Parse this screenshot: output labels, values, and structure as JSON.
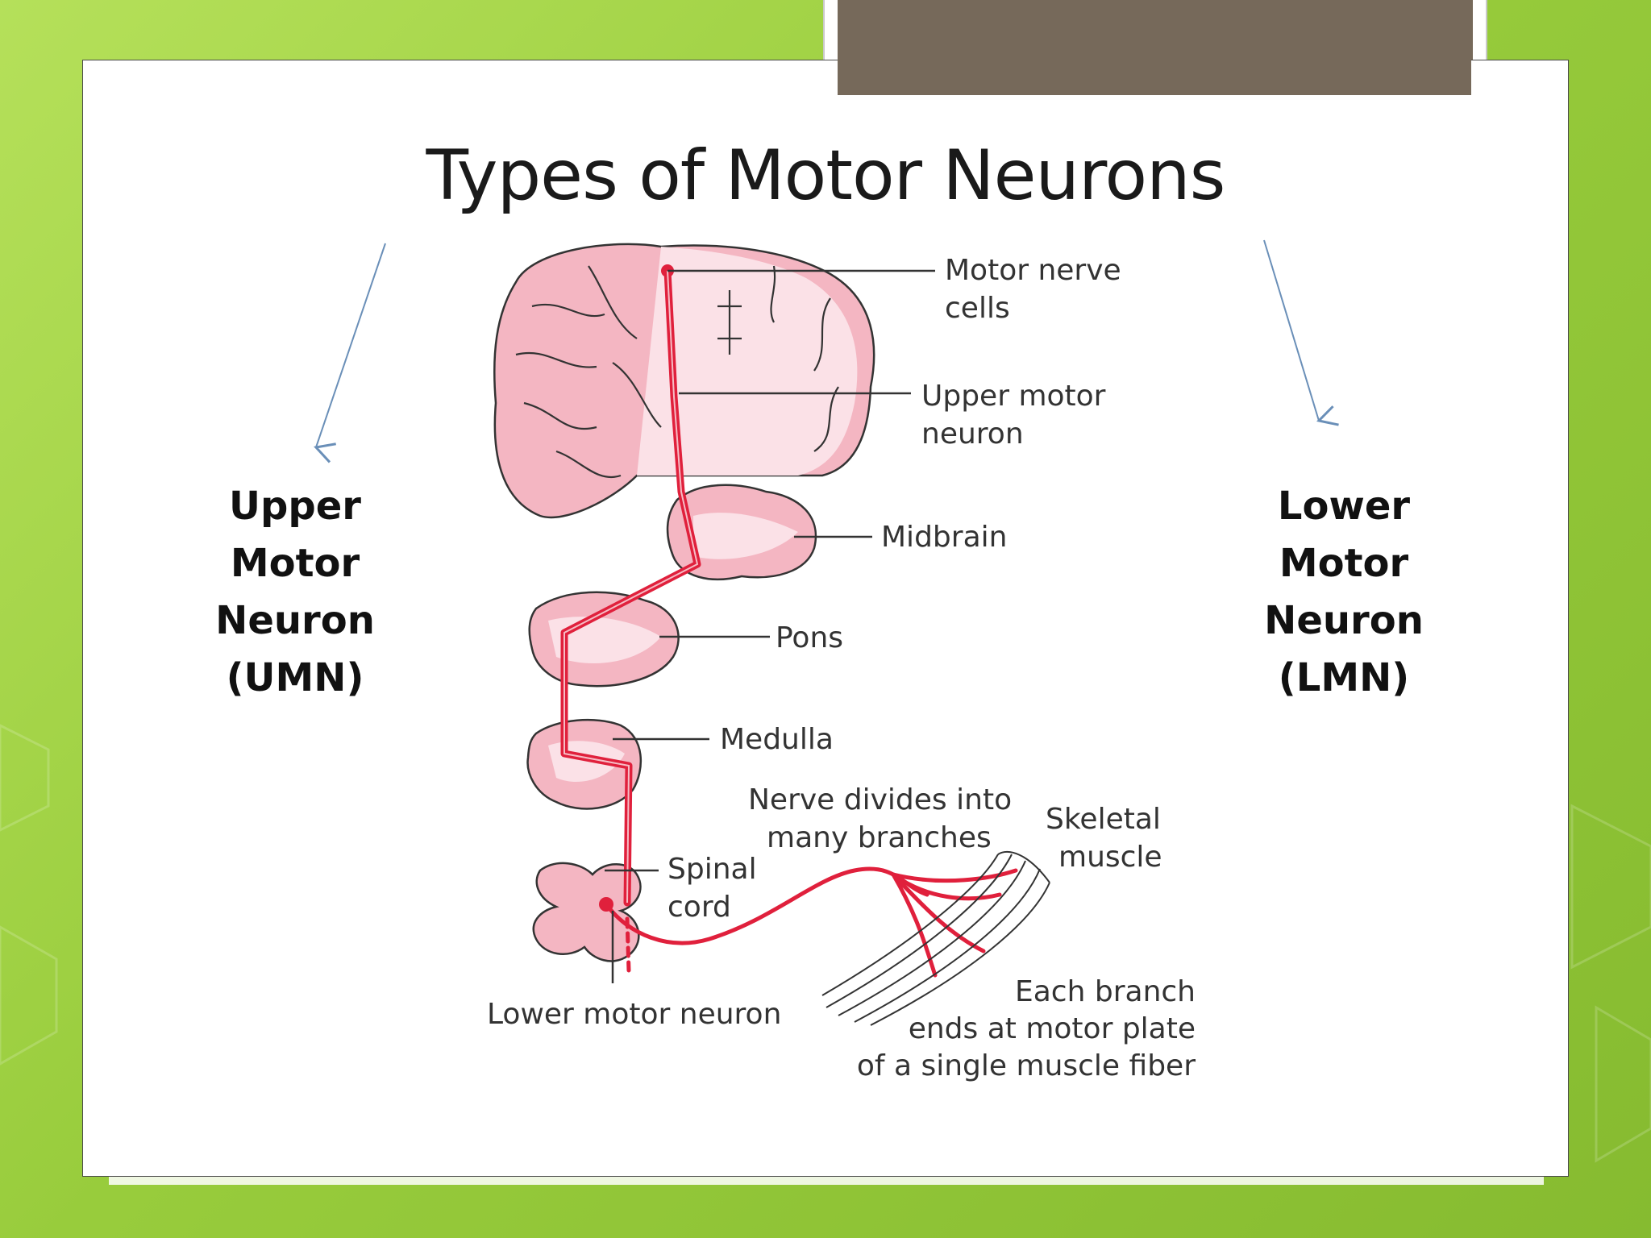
{
  "title": "Types of Motor Neurons",
  "left_label": [
    "Upper",
    "Motor",
    "Neuron",
    "(UMN)"
  ],
  "right_label": [
    "Lower",
    "Motor",
    "Neuron",
    "(LMN)"
  ],
  "labels": {
    "motor_nerve_cells": [
      "Motor nerve",
      "cells"
    ],
    "upper_motor_neuron": [
      "Upper motor",
      "neuron"
    ],
    "midbrain": "Midbrain",
    "pons": "Pons",
    "medulla": "Medulla",
    "nerve_divides": [
      "Nerve divides into",
      "many branches"
    ],
    "skeletal_muscle": [
      "Skeletal",
      "muscle"
    ],
    "spinal_cord": [
      "Spinal",
      "cord"
    ],
    "lower_motor_neuron": "Lower motor neuron",
    "each_branch": [
      "Each branch",
      "ends at motor plate",
      "of a single muscle fiber"
    ]
  },
  "colors": {
    "tissue": "#f4b6c2",
    "tissue_dark": "#e58ca1",
    "nerve": "#e0203c",
    "header_bar": "#76695a"
  }
}
